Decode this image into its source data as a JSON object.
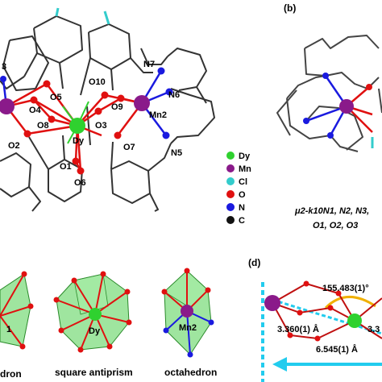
{
  "panels": {
    "b": "(b)",
    "d": "(d)"
  },
  "atom_labels": {
    "O5": "O5",
    "O4": "O4",
    "O8": "O8",
    "O3": "O3",
    "O2": "O2",
    "O10": "O10",
    "O9": "O9",
    "O7": "O7",
    "O1": "O1",
    "O6": "O6",
    "N7": "N7",
    "N6": "N6",
    "N5": "N5",
    "Dy": "Dy",
    "Mn2": "Mn2",
    "edge3": "3"
  },
  "legend": {
    "items": [
      {
        "symbol": "Dy",
        "color": "#2fd12f"
      },
      {
        "symbol": "Mn",
        "color": "#8a1a8a"
      },
      {
        "symbol": "Cl",
        "color": "#33cccc"
      },
      {
        "symbol": "O",
        "color": "#e01010"
      },
      {
        "symbol": "N",
        "color": "#1a1adf"
      },
      {
        "symbol": "C",
        "color": "#111111"
      }
    ]
  },
  "coordination_text": {
    "line1": "μ2-k10N1, N2, N3,",
    "line2": "O1, O2, O3"
  },
  "polyhedra": {
    "left_partial_label": "1",
    "left_caption": "dron",
    "square_antiprism_center": "Dy",
    "square_antiprism_caption": "square antiprism",
    "octahedron_center": "Mn2",
    "octahedron_caption": "octahedron"
  },
  "panel_d": {
    "angle": "155.483(1)°",
    "dist1": "3.360(1) Å",
    "dist2": "3.3",
    "dist3": "6.545(1) Å"
  },
  "colors": {
    "dy": "#2fd12f",
    "mn": "#8a1a8a",
    "o": "#e01010",
    "n": "#1a1adf",
    "cl": "#33cccc",
    "bond": "#333333",
    "poly": "#7fdc7f",
    "dashed": "#22ccee",
    "arc": "#f0b000"
  }
}
